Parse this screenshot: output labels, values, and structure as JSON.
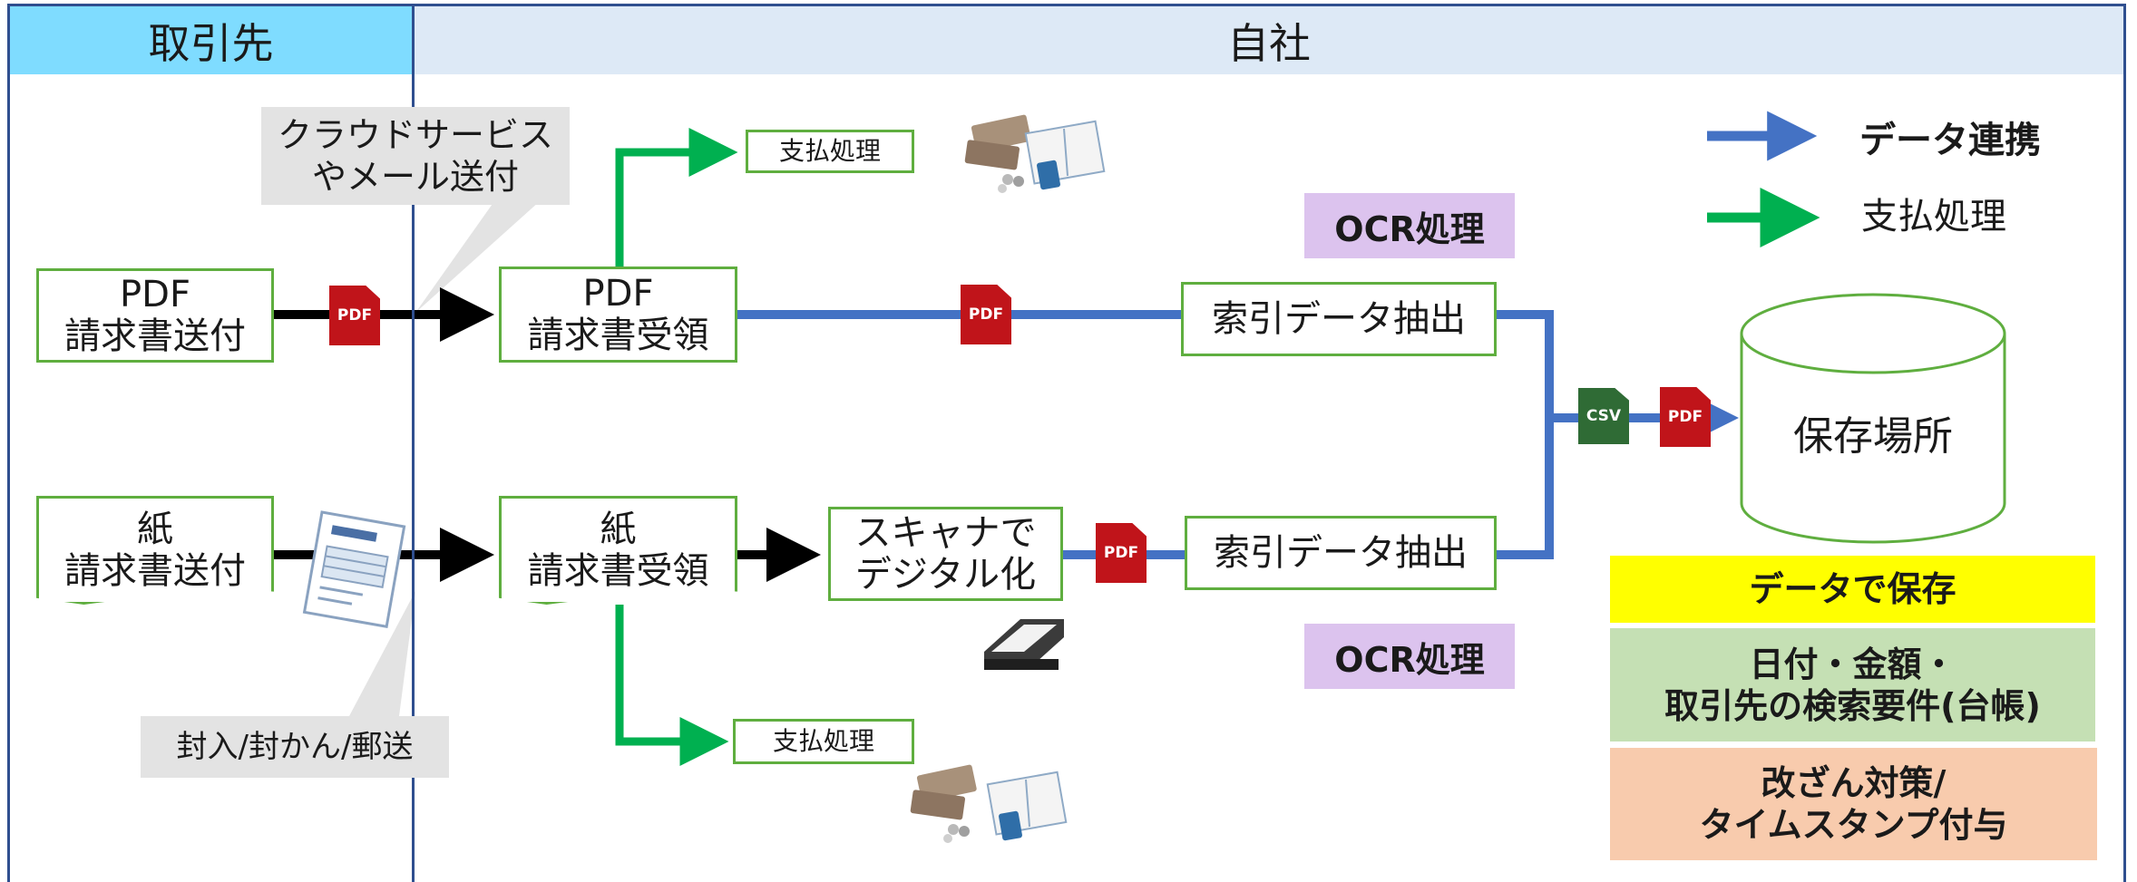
{
  "lanes": {
    "partner": "取引先",
    "company": "自社"
  },
  "callouts": {
    "cloud": "クラウドサービス\nやメール送付",
    "mail": "封入/封かん/郵送"
  },
  "nodes": {
    "pdf_send": "PDF\n請求書送付",
    "paper_send": "紙\n請求書送付",
    "pdf_receive": "PDF\n請求書受領",
    "paper_receive": "紙\n請求書受領",
    "scanner": "スキャナで\nデジタル化",
    "extract_top": "索引データ抽出",
    "extract_bottom": "索引データ抽出",
    "payment_top": "支払処理",
    "payment_bottom": "支払処理",
    "storage": "保存場所"
  },
  "ocr": {
    "top": "OCR処理",
    "bottom": "OCR処理"
  },
  "file_icons": {
    "pdf": "PDF",
    "csv": "CSV"
  },
  "legend": {
    "data": {
      "label": "データ連携",
      "color": "#4472c4"
    },
    "payment": {
      "label": "支払処理",
      "color": "#00b050"
    }
  },
  "notes": [
    {
      "text": "データで保存",
      "color": "#ffff00"
    },
    {
      "text": "日付・金額・\n取引先の検索要件(台帳)",
      "color": "#c5e0b4"
    },
    {
      "text": "改ざん対策/\nタイムスタンプ付与",
      "color": "#f8cbad"
    }
  ],
  "icon_names": [
    "money-icon",
    "ledger-calculator-icon",
    "invoice-document-icon",
    "scanner-icon",
    "pdf-file-icon",
    "csv-file-icon"
  ]
}
